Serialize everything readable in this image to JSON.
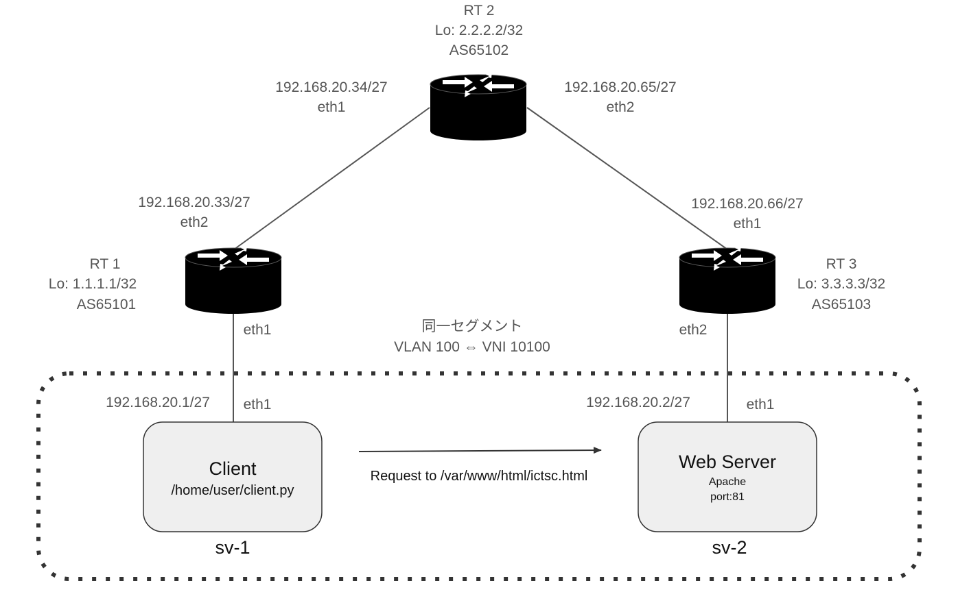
{
  "routers": {
    "rt2": {
      "name": "RT 2",
      "lo": "Lo: 2.2.2.2/32",
      "as": "AS65102"
    },
    "rt1": {
      "name": "RT 1",
      "lo": "Lo: 1.1.1.1/32",
      "as": "AS65101"
    },
    "rt3": {
      "name": "RT 3",
      "lo": "Lo: 3.3.3.3/32",
      "as": "AS65103"
    }
  },
  "interfaces": {
    "rt2_eth1": {
      "ip": "192.168.20.34/27",
      "name": "eth1"
    },
    "rt2_eth2": {
      "ip": "192.168.20.65/27",
      "name": "eth2"
    },
    "rt1_eth2": {
      "ip": "192.168.20.33/27",
      "name": "eth2"
    },
    "rt3_eth1": {
      "ip": "192.168.20.66/27",
      "name": "eth1"
    },
    "rt1_eth1": {
      "name": "eth1"
    },
    "rt3_eth2": {
      "name": "eth2"
    },
    "sv1_eth1": {
      "ip": "192.168.20.1/27",
      "name": "eth1"
    },
    "sv2_eth1": {
      "ip": "192.168.20.2/27",
      "name": "eth1"
    }
  },
  "segment": {
    "line1": "同一セグメント",
    "line2": "VLAN 100 ⇔ VNI 10100"
  },
  "servers": {
    "sv1": {
      "title": "Client",
      "detail": "/home/user/client.py",
      "label": "sv-1"
    },
    "sv2": {
      "title": "Web Server",
      "detail1": "Apache",
      "detail2": "port:81",
      "label": "sv-2"
    }
  },
  "request": {
    "label": "Request to /var/www/html/ictsc.html"
  },
  "colors": {
    "link": "#555555",
    "box_fill": "#efefef",
    "box_stroke": "#333333",
    "router": "#000000"
  }
}
